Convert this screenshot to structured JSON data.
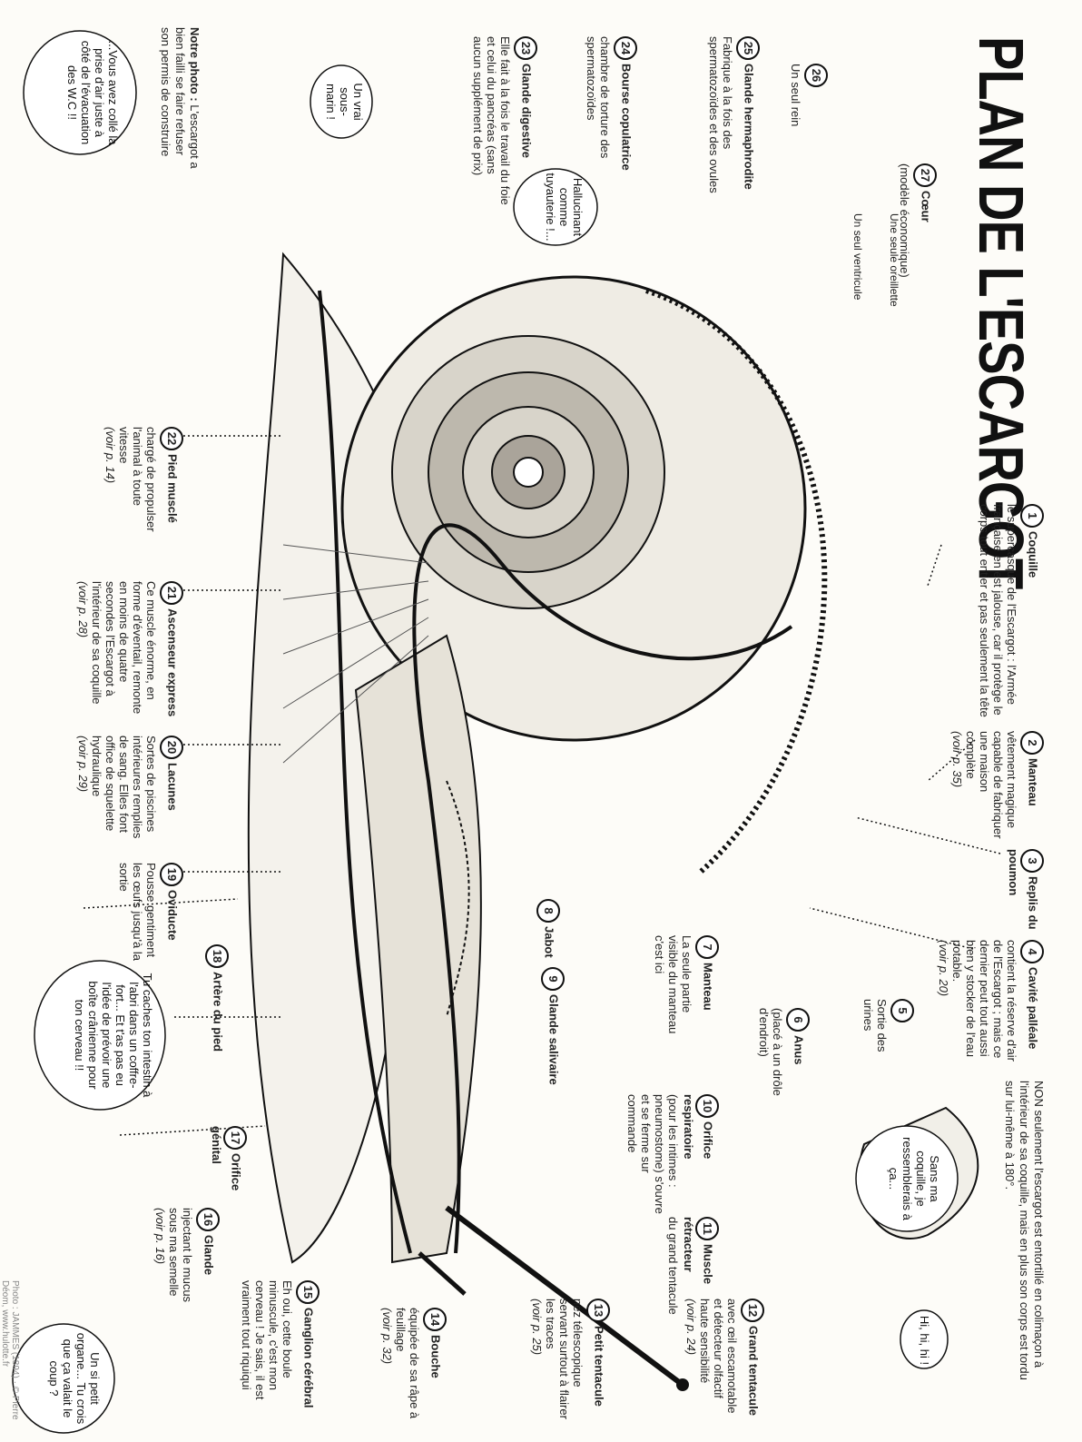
{
  "title": "PLAN DE L'ESCARGOT",
  "credit": "Photo : JAMMES (1894) · © Pierre Déom, www.hulotte.fr",
  "labels": [
    {
      "num": "1",
      "title": "Coquille",
      "text": "le supercasque de l'Escargot : l'Armée française en est jalouse, car il protège le corps tout entier et pas seulement la tête",
      "ref": ""
    },
    {
      "num": "2",
      "title": "Manteau",
      "text": "vêtement magique capable de fabriquer une maison complète",
      "ref": "(voir p. 35)"
    },
    {
      "num": "3",
      "title": "Replis du poumon",
      "text": "",
      "ref": ""
    },
    {
      "num": "4",
      "title": "Cavité palléale",
      "text": "contient la réserve d'air de l'Escargot ; mais ce dernier peut tout aussi bien y stocker de l'eau potable.",
      "ref": "(voir p. 20)"
    },
    {
      "num": "5",
      "title": "",
      "text": "Sortie des urines",
      "ref": ""
    },
    {
      "num": "6",
      "title": "Anus",
      "text": "(placé à un drôle d'endroit)",
      "ref": ""
    },
    {
      "num": "7",
      "title": "Manteau",
      "text": "La seule partie visible du manteau c'est ici",
      "ref": ""
    },
    {
      "num": "8",
      "title": "Jabot",
      "text": "",
      "ref": ""
    },
    {
      "num": "9",
      "title": "Glande salivaire",
      "text": "",
      "ref": ""
    },
    {
      "num": "10",
      "title": "Orifice respiratoire",
      "text": "(pour les intimes : pneumostome) s'ouvre et se ferme sur commande",
      "ref": ""
    },
    {
      "num": "11",
      "title": "Muscle rétracteur",
      "text": "du grand tentacule",
      "ref": ""
    },
    {
      "num": "12",
      "title": "Grand tentacule",
      "text": "avec œil escamotable et détecteur olfactif haute sensibilité",
      "ref": "(voir p. 24)"
    },
    {
      "num": "13",
      "title": "Petit tentacule",
      "text": "nez télescopique servant surtout à flairer les traces",
      "ref": "(voir p. 25)"
    },
    {
      "num": "14",
      "title": "Bouche",
      "text": "équipée de sa râpe à feuillage",
      "ref": "(voir p. 32)"
    },
    {
      "num": "15",
      "title": "Ganglion cérébral",
      "text": "Eh oui, cette boule minuscule, c'est mon cerveau ! Je sais, il est vraiment tout riquiqui",
      "ref": ""
    },
    {
      "num": "16",
      "title": "Glande",
      "text": "injectant le mucus sous ma semelle",
      "ref": "(voir p. 16)"
    },
    {
      "num": "17",
      "title": "Orifice génital",
      "text": "",
      "ref": ""
    },
    {
      "num": "18",
      "title": "Artère du pied",
      "text": "",
      "ref": ""
    },
    {
      "num": "19",
      "title": "Oviducte",
      "text": "Pousse gentiment les œufs jusqu'à la sortie",
      "ref": ""
    },
    {
      "num": "20",
      "title": "Lacunes",
      "text": "Sortes de piscines intérieures remplies de sang. Elles font office de squelette hydraulique",
      "ref": "(voir p. 29)"
    },
    {
      "num": "21",
      "title": "Ascenseur express",
      "text": "Ce muscle énorme, en forme d'éventail, remonte en moins de quatre secondes l'Escargot à l'intérieur de sa coquille",
      "ref": "(voir p. 28)"
    },
    {
      "num": "22",
      "title": "Pied musclé",
      "text": "chargé de propulser l'animal à toute vitesse",
      "ref": "(voir p. 14)"
    },
    {
      "num": "23",
      "title": "Glande digestive",
      "text": "Elle fait à la fois le travail du foie et celui du pancréas (sans aucun supplément de prix)",
      "ref": ""
    },
    {
      "num": "24",
      "title": "Bourse copulatrice",
      "text": "chambre de torture des spermatozoïdes",
      "ref": ""
    },
    {
      "num": "25",
      "title": "Glande hermaphrodite",
      "text": "Fabrique à la fois des spermatozoïdes et des ovules",
      "ref": ""
    },
    {
      "num": "26",
      "title": "",
      "text": "Un seul rein",
      "ref": ""
    },
    {
      "num": "27",
      "title": "Cœur",
      "text": "(modèle économique)",
      "ref": ""
    }
  ],
  "heart_parts": {
    "auricle": "Une seule oreillette",
    "ventricle": "Un seul ventricule"
  },
  "bubbles": {
    "sub": "Un vrai sous-marin !",
    "pipes": "Hallucinant comme tuyauterie !...",
    "wc": "...Vous avez collé la prise d'air juste à côté de l'évacuation des W.C !!",
    "brain": "Tu caches ton intestin à l'abri dans un coffre-fort... Et t'as pas eu l'idée de prévoir une boîte crânienne pour ton cerveau !!",
    "small": "Un si petit organe... Tu crois que ça valait le coup ?",
    "shell": "Sans ma coquille, je ressemblerais à ça...",
    "hihi": "Hi, hi, hi !"
  },
  "notes": {
    "photo_title": "Notre photo :",
    "photo_text": "L'escargot a bien failli se faire refuser son permis de construire",
    "coil": "NON seulement l'escargot est entortillé en colimaçon à l'intérieur de sa coquille, mais en plus son corps est tordu sur lui-même à 180°."
  },
  "colors": {
    "ink": "#111111",
    "paper": "#fdfcf8",
    "shade": "#8a8a8a"
  }
}
